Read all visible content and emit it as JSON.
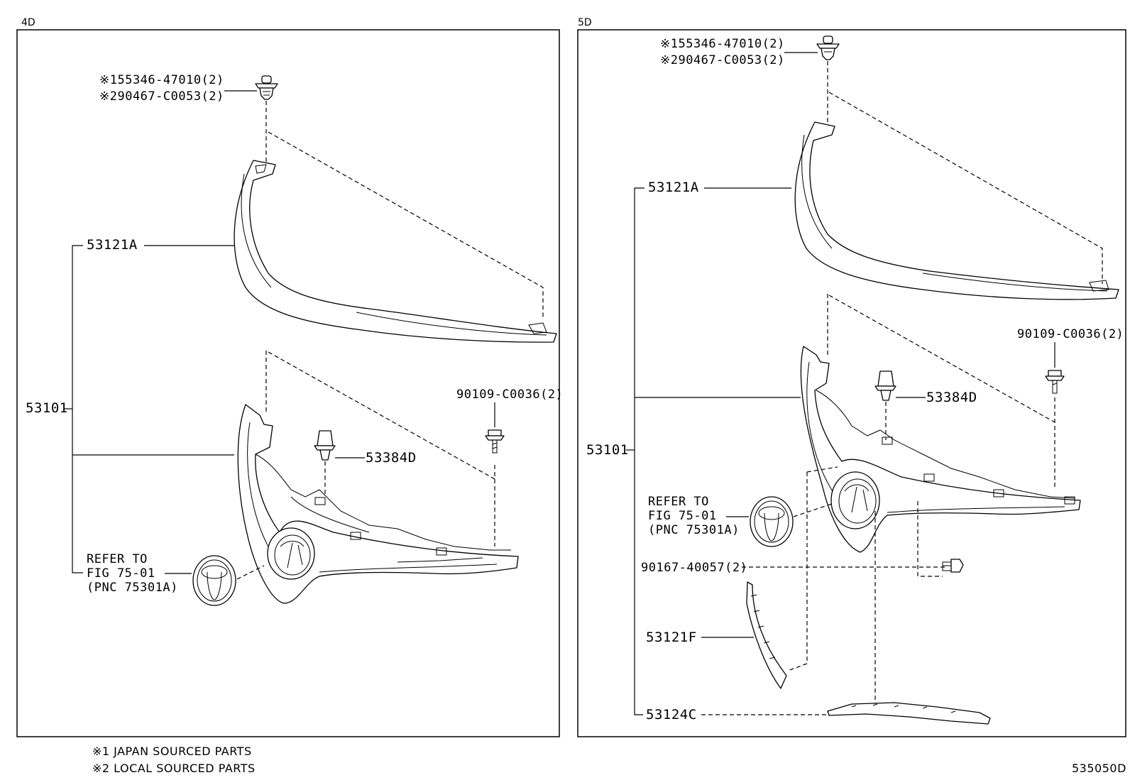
{
  "panels": {
    "left": {
      "title": "4D",
      "labels": {
        "clip_1": "※155346-47010(2)",
        "clip_2": "※290467-C0053(2)",
        "molding": "53121A",
        "assembly": "53101",
        "screw": "90109-C0036(2)",
        "retainer": "53384D",
        "refer_1": "REFER TO",
        "refer_2": "FIG 75-01",
        "refer_3": "(PNC 75301A)"
      }
    },
    "right": {
      "title": "5D",
      "labels": {
        "clip_1": "※155346-47010(2)",
        "clip_2": "※290467-C0053(2)",
        "molding": "53121A",
        "assembly": "53101",
        "screw": "90109-C0036(2)",
        "retainer": "53384D",
        "refer_1": "REFER TO",
        "refer_2": "FIG 75-01",
        "refer_3": "(PNC 75301A)",
        "bolt": "90167-40057(2)",
        "side_molding": "53121F",
        "lower_molding": "53124C"
      }
    }
  },
  "notes": {
    "note_1": "※1 JAPAN SOURCED PARTS",
    "note_2": "※2 LOCAL SOURCED PARTS"
  },
  "drawing_number": "535050D"
}
